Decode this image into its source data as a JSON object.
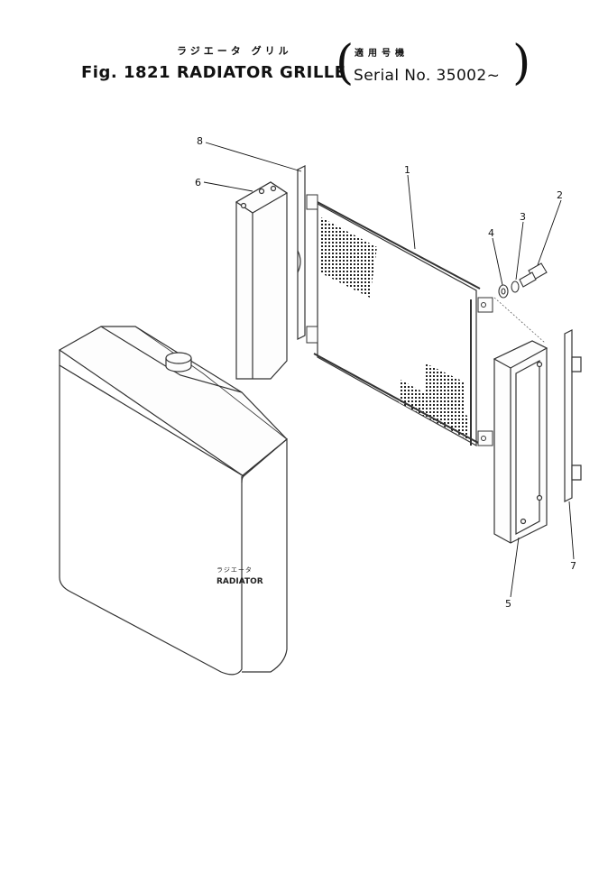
{
  "header": {
    "japanese_title": "ラジエータ グリル",
    "figure_title": "Fig. 1821  RADIATOR GRILLE",
    "japanese_serial_label": "適用号機",
    "serial": "Serial No. 35002~",
    "paren_open": "(",
    "paren_close": ")"
  },
  "diagram": {
    "callouts": [
      {
        "id": "1",
        "text": "1"
      },
      {
        "id": "2",
        "text": "2"
      },
      {
        "id": "3",
        "text": "3"
      },
      {
        "id": "4",
        "text": "4"
      },
      {
        "id": "5",
        "text": "5"
      },
      {
        "id": "6",
        "text": "6"
      },
      {
        "id": "7",
        "text": "7"
      },
      {
        "id": "8",
        "text": "8"
      }
    ],
    "radiator_label_jp": "ラジエータ",
    "radiator_label_en": "RADIATOR"
  }
}
